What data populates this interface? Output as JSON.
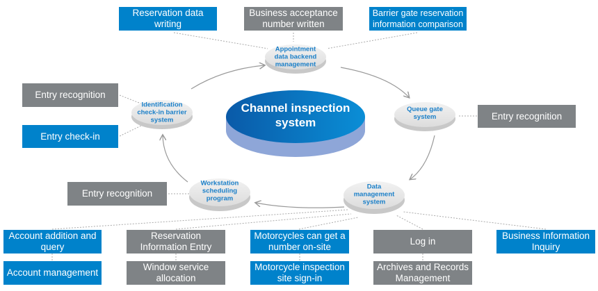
{
  "colors": {
    "blue": "#0082cb",
    "gray": "#7f8386",
    "node_text": "#1a7fc8"
  },
  "center": {
    "label": "Channel inspection system"
  },
  "nodes": {
    "appointment": "Appointment data backend management",
    "identification": "Identification check-in barrier system",
    "queue": "Queue gate system",
    "workstation": "Workstation scheduling program",
    "data_mgmt": "Data management system"
  },
  "boxes": {
    "reservation_writing": "Reservation data writing",
    "business_acceptance": "Business acceptance number written",
    "barrier_gate": "Barrier gate reservation information comparison",
    "entry_recognition_1": "Entry recognition",
    "entry_checkin": "Entry check-in",
    "entry_recognition_2": "Entry recognition",
    "entry_recognition_3": "Entry recognition",
    "account_addition": "Account addition and query",
    "account_management": "Account management",
    "reservation_entry": "Reservation Information Entry",
    "window_service": "Window service allocation",
    "motorcycles_number": "Motorcycles can get a number on-site",
    "motorcycle_signin": "Motorcycle inspection site sign-in",
    "log_in": "Log in",
    "archives": "Archives and Records Management",
    "business_inquiry": "Business Information Inquiry"
  }
}
